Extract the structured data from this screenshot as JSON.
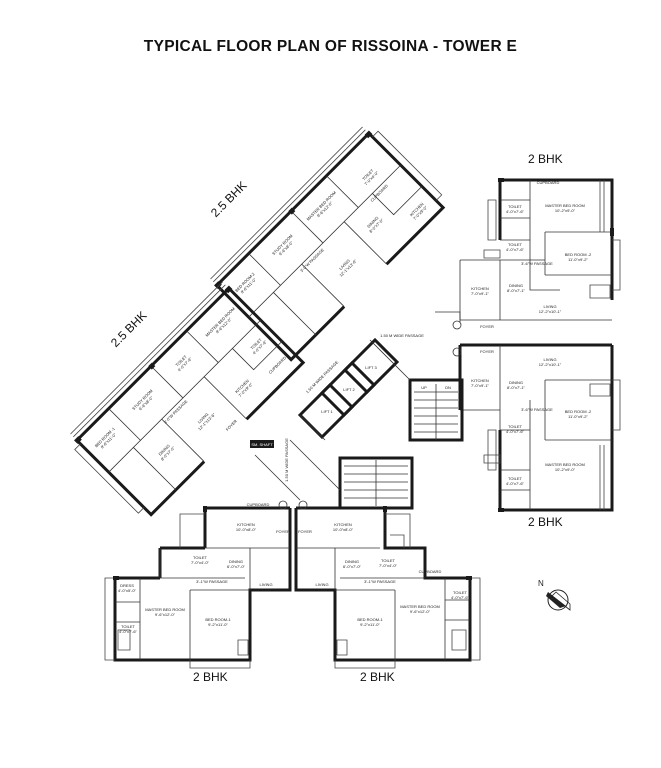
{
  "title": "TYPICAL FLOOR PLAN OF RISSOINA - TOWER E",
  "units": {
    "east_top": "2 BHK",
    "east_bottom": "2 BHK",
    "south_left": "2 BHK",
    "south_right": "2 BHK",
    "northwest_upper": "2.5 BHK",
    "northwest_lower": "2.5 BHK"
  },
  "rooms": {
    "e1_toilet_a": "TOILET",
    "e1_toilet_a_size": "4'-0\"x7'-6\"",
    "e1_cupboard": "CUPBOARD",
    "e1_master": "MASTER BED ROOM",
    "e1_master_size": "10'-2\"x9'-0\"",
    "e1_toilet_b": "TOILET",
    "e1_toilet_b_size": "4'-0\"x7'-6\"",
    "e1_bed2": "BED ROOM -2",
    "e1_bed2_size": "11'-0\"x9'-2\"",
    "e1_passage": "3'-6\"W PASSAGE",
    "e1_kitchen": "KITCHEN",
    "e1_kitchen_size": "7'-0\"x9'-1\"",
    "e1_dining": "DINING",
    "e1_dining_size": "8'-0\"x7'-1\"",
    "e1_living": "LIVING",
    "e1_living_size": "12'-2\"x10'-1\"",
    "e1_foyer": "FOYER",
    "e2_foyer": "FOYER",
    "e2_living": "LIVING",
    "e2_living_size": "12'-2\"x10'-1\"",
    "e2_kitchen": "KITCHEN",
    "e2_kitchen_size": "7'-0\"x9'-1\"",
    "e2_dining": "DINING",
    "e2_dining_size": "8'-0\"x7'-1\"",
    "e2_passage": "3'-6\"W PASSAGE",
    "e2_bed2": "BED ROOM -2",
    "e2_bed2_size": "11'-0\"x9'-2\"",
    "e2_toilet_a": "TOILET",
    "e2_toilet_a_size": "4'-0\"x7'-6\"",
    "e2_master": "MASTER BED ROOM",
    "e2_master_size": "10'-2\"x9'-0\"",
    "e2_toilet_b": "TOILET",
    "e2_toilet_b_size": "4'-0\"x7'-6\"",
    "s1_cupboard": "CUPBOARD",
    "s1_kitchen": "KITCHEN",
    "s1_kitchen_size": "10'-0\"x8'-0\"",
    "s1_foyer": "FOYER",
    "s1_toilet_a": "TOILET",
    "s1_toilet_a_size": "7'-0\"x4'-0\"",
    "s1_dining": "DINING",
    "s1_dining_size": "6'-0\"x7'-0\"",
    "s1_passage": "3'-1\"W PASSAGE",
    "s1_living": "LIVING",
    "s1_living_size": "10'-1\"x14'-0\"",
    "s1_dress": "DRESS",
    "s1_dress_size": "4'-0\"x5'-0\"",
    "s1_master": "MASTER BED ROOM",
    "s1_master_size": "9'-6\"x12'-0\"",
    "s1_toilet_b": "TOILET",
    "s1_toilet_b_size": "4'-0\"x7'-6\"",
    "s1_bed1": "BED ROOM-1",
    "s1_bed1_size": "9'-2\"x11'-0\"",
    "s2_kitchen": "KITCHEN",
    "s2_kitchen_size": "10'-0\"x8'-0\"",
    "s2_foyer": "FOYER",
    "s2_dining": "DINING",
    "s2_dining_size": "6'-0\"x7'-0\"",
    "s2_toilet_a": "TOILET",
    "s2_toilet_a_size": "7'-0\"x4'-0\"",
    "s2_passage": "3'-1\"W PASSAGE",
    "s2_cupboard": "CUPBOARD",
    "s2_living": "LIVING",
    "s2_living_size": "10'-1\"x14'-0\"",
    "s2_toilet_b": "TOILET",
    "s2_toilet_b_size": "4'-0\"x7'-6\"",
    "s2_master": "MASTER BED ROOM",
    "s2_master_size": "9'-6\"x12'-0\"",
    "s2_bed1": "BED ROOM-1",
    "s2_bed1_size": "9'-2\"x11'-0\"",
    "nw1_study": "STUDY ROOM",
    "nw1_study_size": "6'-6\"x8'-0\"",
    "nw1_master": "MASTER BED ROOM",
    "nw1_master_size": "9'-6\"x12'-0\"",
    "nw1_bed2": "BED ROOM-2",
    "nw1_bed2_size": "9'-6\"x11'-0\"",
    "nw1_passage": "3'-0\"W PASSAGE",
    "nw1_toilet": "TOILET",
    "nw1_toilet_size": "7'-0\"x4'-0\"",
    "nw1_dining": "DINING",
    "nw1_dining_size": "8'-0\"x7'-0\"",
    "nw1_living": "LIVING",
    "nw1_living_size": "12'-1\"x13'-6\"",
    "nw1_kitchen": "KITCHEN",
    "nw1_kitchen_size": "7'-0\"x9'-0\"",
    "nw1_cupboard": "CUPBOARD",
    "nw2_bed1": "BED ROOM -1",
    "nw2_bed1_size": "9'-6\"x11'-0\"",
    "nw2_study": "STUDY ROOM",
    "nw2_study_size": "6'-6\"x8'-0\"",
    "nw2_passage": "3'-0\"W PASSAGE",
    "nw2_dining": "DINING",
    "nw2_dining_size": "8'-0\"x7'-0\"",
    "nw2_living": "LIVING",
    "nw2_living_size": "12'-1\"x13'-6\"",
    "nw2_toilet_a": "TOILET",
    "nw2_toilet_a_size": "4'-0\"x7'-6\"",
    "nw2_kitchen": "KITCHEN",
    "nw2_kitchen_size": "7'-0\"x9'-0\"",
    "nw2_master": "MASTER BED ROOM",
    "nw2_master_size": "9'-6\"x12'-0\"",
    "nw2_toilet_b": "TOILET",
    "nw2_toilet_b_size": "4'-0\"x7'-6\"",
    "nw2_cupboard": "CUPBOARD",
    "nw2_foyer": "FOYER",
    "core_lift1": "LIFT 1",
    "core_lift2": "LIFT 2",
    "core_lift3": "LIFT 3",
    "core_up": "UP",
    "core_dn": "DN",
    "core_passage_a": "1.50 M WIDE PASSAGE",
    "core_passage_b": "1.50 M WIDE PASSAGE",
    "core_passage_c": "1.50 M WIDE PASSAGE",
    "core_shaft": "SM. SHAFT"
  },
  "compass": {
    "label": "N"
  }
}
